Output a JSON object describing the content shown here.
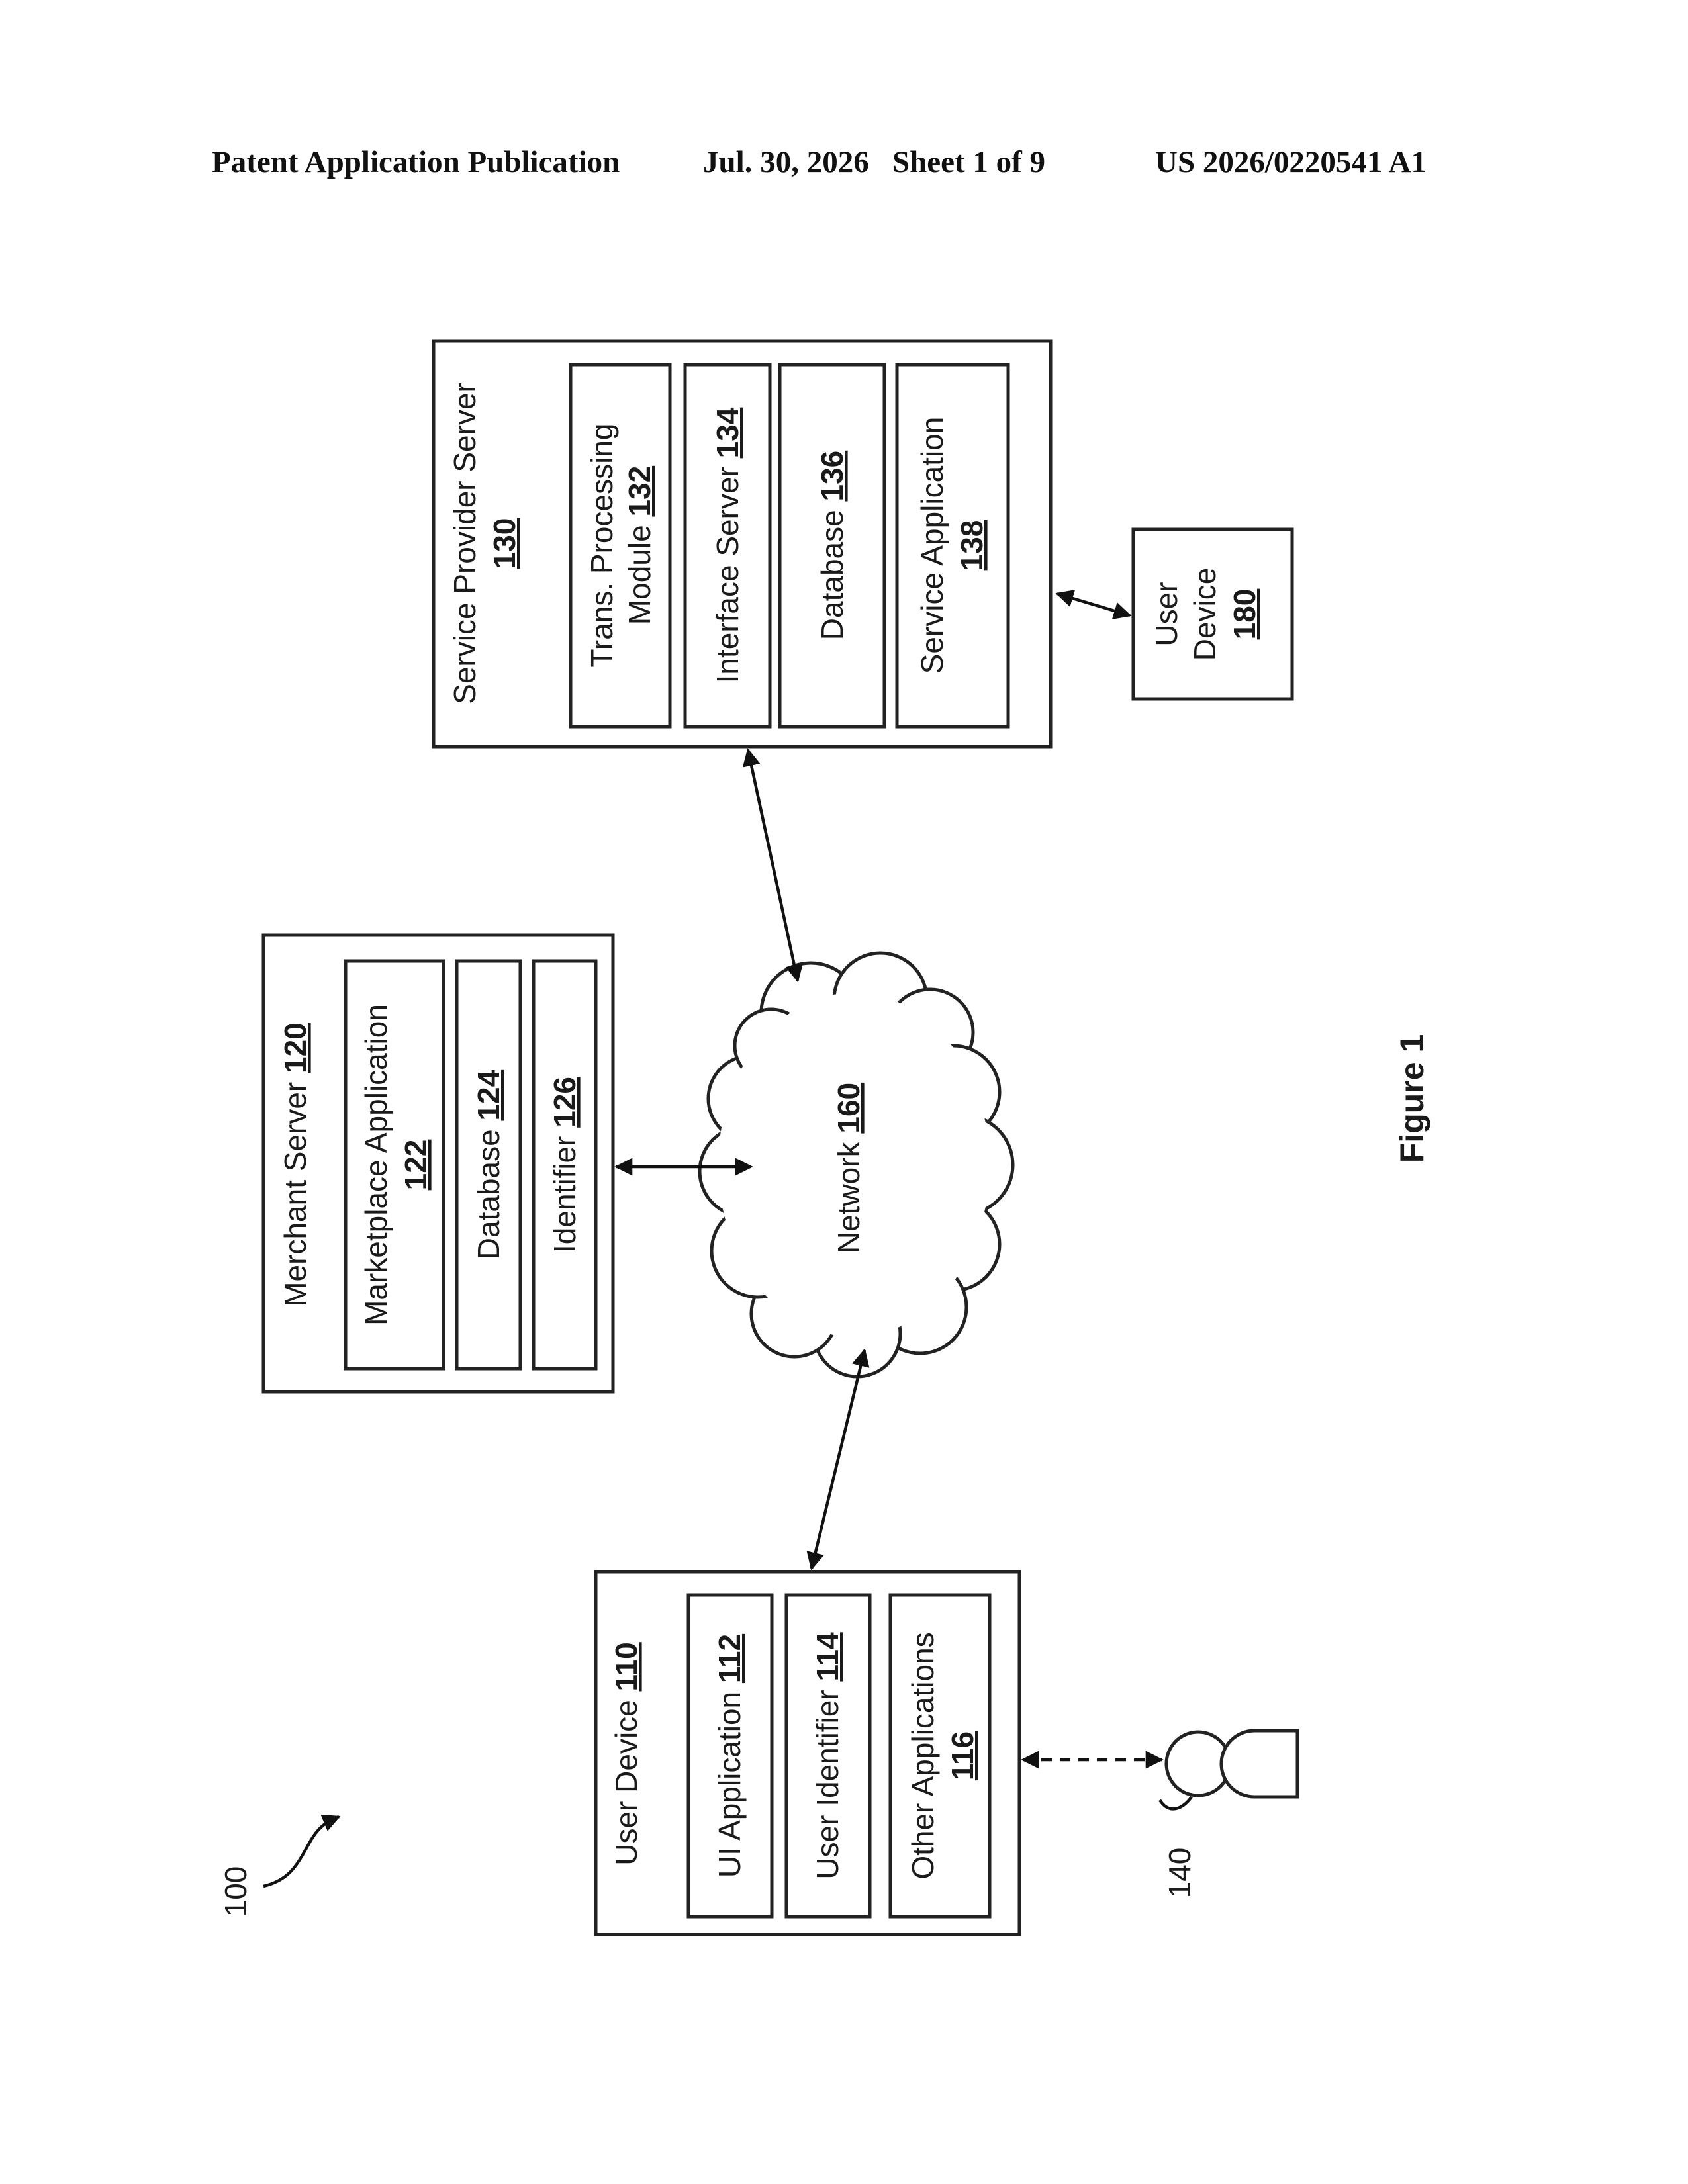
{
  "header": {
    "publication": "Patent Application Publication",
    "date_sheet": "Jul. 30, 2026   Sheet 1 of 9",
    "number": "US 2026/0220541 A1"
  },
  "figure_label": "Figure 1",
  "system_ref": "100",
  "user_ref": "140",
  "service_provider": {
    "title": "Service Provider Server",
    "ref": "130",
    "modules": [
      {
        "line1": "Trans. Processing",
        "line2": "Module",
        "ref": "132"
      },
      {
        "line1": "Interface Server",
        "ref": "134"
      },
      {
        "line1": "Database",
        "ref": "136"
      },
      {
        "line1": "Service Application",
        "ref": "138"
      }
    ]
  },
  "user_device_180": {
    "line1": "User",
    "line2": "Device",
    "ref": "180"
  },
  "merchant_server": {
    "title": "Merchant Server",
    "ref": "120",
    "modules": [
      {
        "line1": "Marketplace Application",
        "ref": "122"
      },
      {
        "line1": "Database",
        "ref": "124"
      },
      {
        "line1": "Identifier",
        "ref": "126"
      }
    ]
  },
  "network": {
    "label": "Network",
    "ref": "160"
  },
  "user_device_110": {
    "title": "User Device",
    "ref": "110",
    "modules": [
      {
        "line1": "UI Application",
        "ref": "112"
      },
      {
        "line1": "User Identifier",
        "ref": "114"
      },
      {
        "line1": "Other Applications",
        "ref": "116"
      }
    ]
  }
}
